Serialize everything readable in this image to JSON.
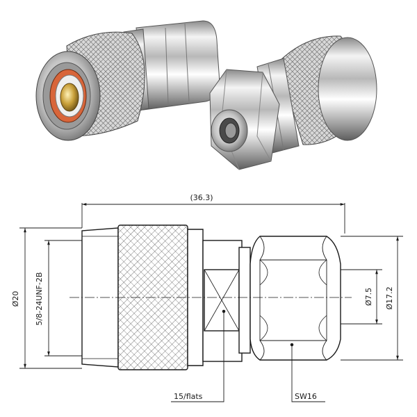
{
  "photos": {
    "left_connector": "n-male-connector-front-view",
    "right_connector": "n-male-connector-rear-view"
  },
  "drawing": {
    "overall_length": "(36.3)",
    "body_diameter": "Ø20",
    "thread_spec": "5/8-24UNF-2B",
    "bore_diameter": "Ø7.5",
    "hex_diameter": "Ø17.2",
    "flats_label": "15/flats",
    "hex_label": "SW16"
  },
  "colors": {
    "line": "#1a1a1a",
    "metal_light": "#f2f2f2",
    "metal_dark": "#7a7a7a",
    "gold": "#c9a03a",
    "insulator": "#d26a3a"
  }
}
